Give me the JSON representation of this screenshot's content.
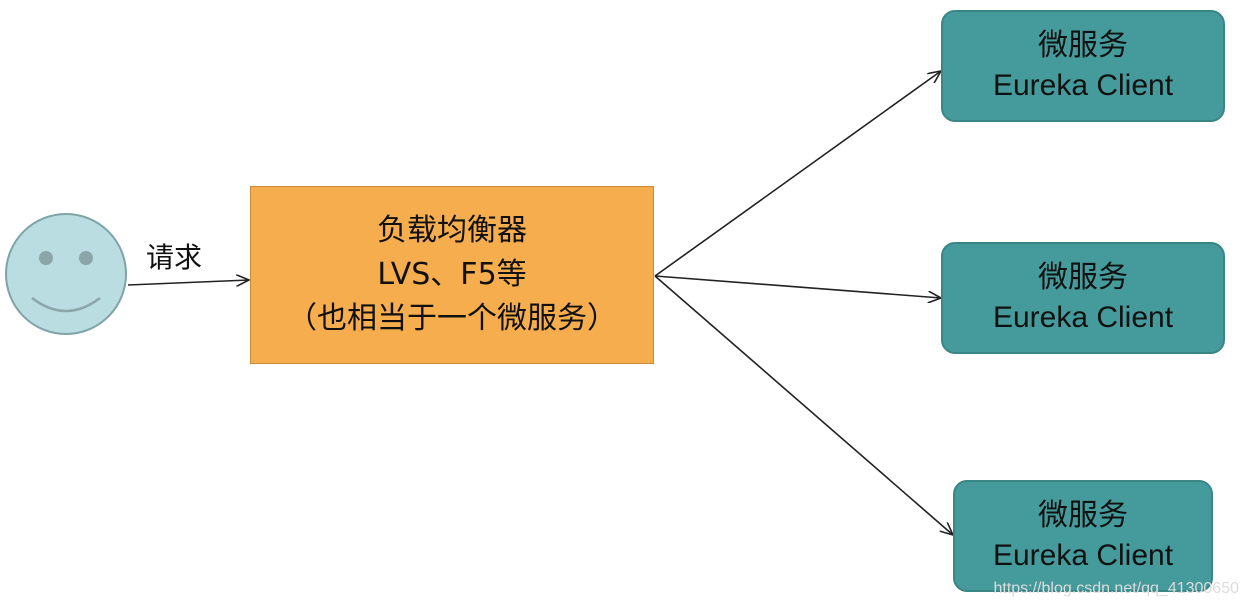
{
  "user": {
    "icon": "smiley-face-icon",
    "fill": "#b9dde0",
    "stroke": "#7fa3a6"
  },
  "request_label": "请求",
  "load_balancer": {
    "line1": "负载均衡器",
    "line2": "LVS、F5等",
    "line3": "（也相当于一个微服务）",
    "fill": "#f5ad4d"
  },
  "services": [
    {
      "line1": "微服务",
      "line2": "Eureka Client"
    },
    {
      "line1": "微服务",
      "line2": "Eureka Client"
    },
    {
      "line1": "微服务",
      "line2": "Eureka Client"
    }
  ],
  "service_fill": "#459a9b",
  "watermark": "https://blog.csdn.net/qq_41300650"
}
